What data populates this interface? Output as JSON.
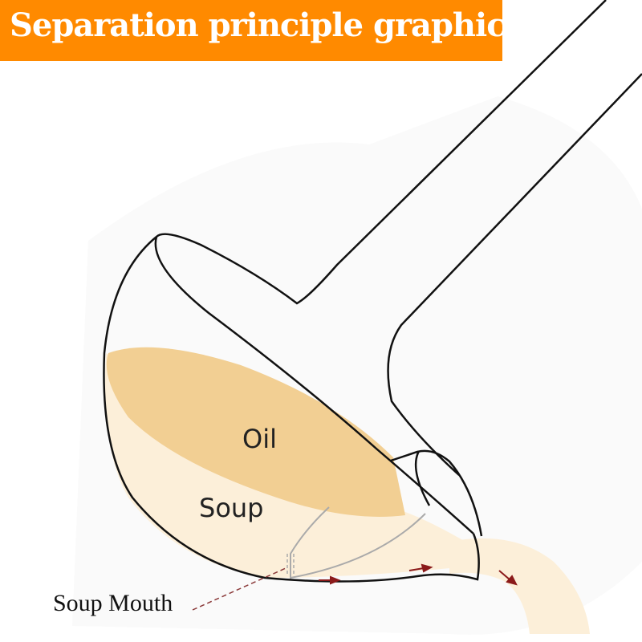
{
  "banner": {
    "title": "Separation principle  graphic",
    "color": "#FF8A00"
  },
  "diagram": {
    "labels": {
      "oil": "Oil",
      "soup": "Soup",
      "soup_mouth": "Soup Mouth"
    },
    "colors": {
      "oil": "#F2CF93",
      "soup": "#FCEFD9",
      "outline": "#111111",
      "arrow": "#8B1A1A"
    },
    "icons": [
      "flow-arrow-icon",
      "flow-arrow-icon",
      "flow-arrow-icon"
    ]
  }
}
